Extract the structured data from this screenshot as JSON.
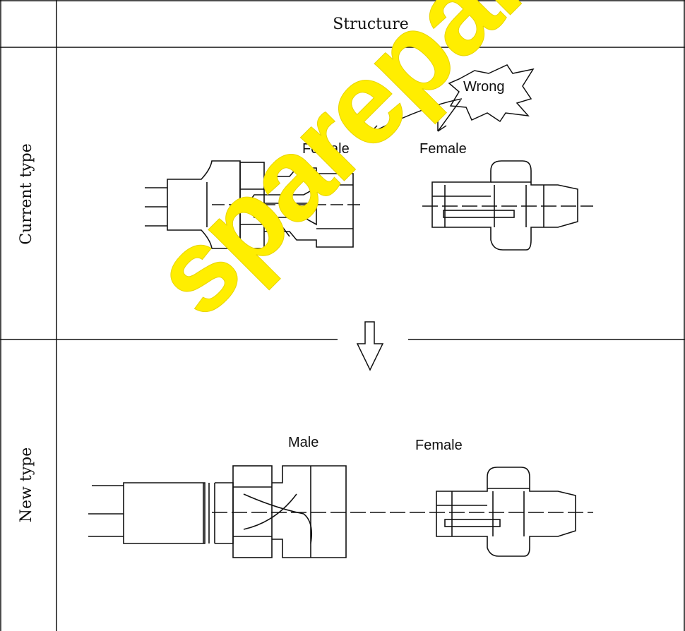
{
  "table": {
    "header": "Structure",
    "rows": [
      {
        "label": "Current type"
      },
      {
        "label": "New type"
      }
    ]
  },
  "current": {
    "callout": "Wrong",
    "left_label": "Female",
    "right_label": "Female"
  },
  "new": {
    "left_label": "Male",
    "right_label": "Female"
  },
  "watermark": "spareparts.com"
}
